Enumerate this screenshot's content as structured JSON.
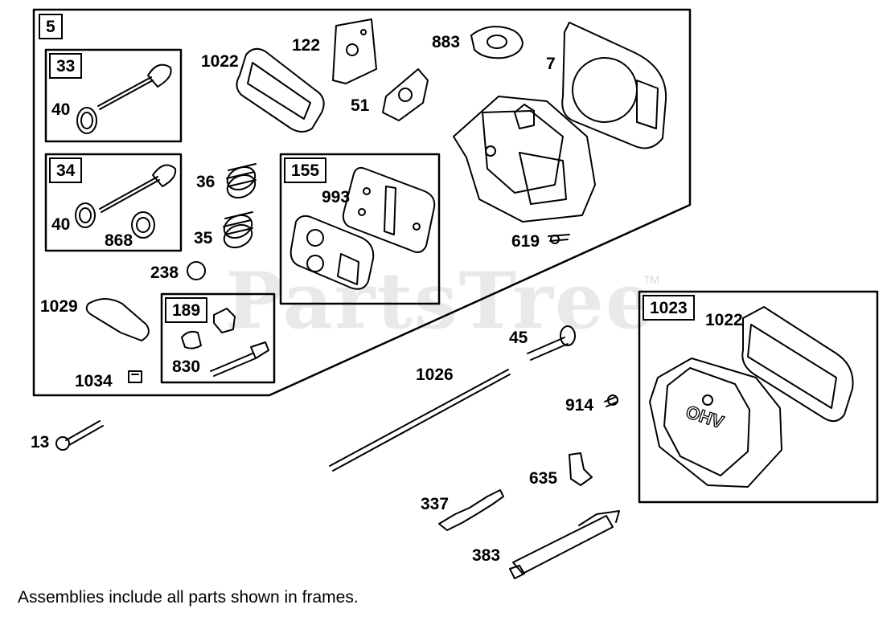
{
  "watermark": {
    "text": "PartsTree",
    "trademark": "TM"
  },
  "assemblies": {
    "a5": "5",
    "a33": "33",
    "a34": "34",
    "a155": "155",
    "a189": "189",
    "a1023": "1023"
  },
  "parts": {
    "p1022a": "1022",
    "p122": "122",
    "p883": "883",
    "p7": "7",
    "p51": "51",
    "p40a": "40",
    "p40b": "40",
    "p868": "868",
    "p36": "36",
    "p35": "35",
    "p993": "993",
    "p619": "619",
    "p238": "238",
    "p1029": "1029",
    "p830": "830",
    "p1034": "1034",
    "p45": "45",
    "p1022b": "1022",
    "p1026": "1026",
    "p914": "914",
    "p13": "13",
    "p635": "635",
    "p337": "337",
    "p383": "383"
  },
  "footnote": "Assemblies include all parts shown in frames."
}
